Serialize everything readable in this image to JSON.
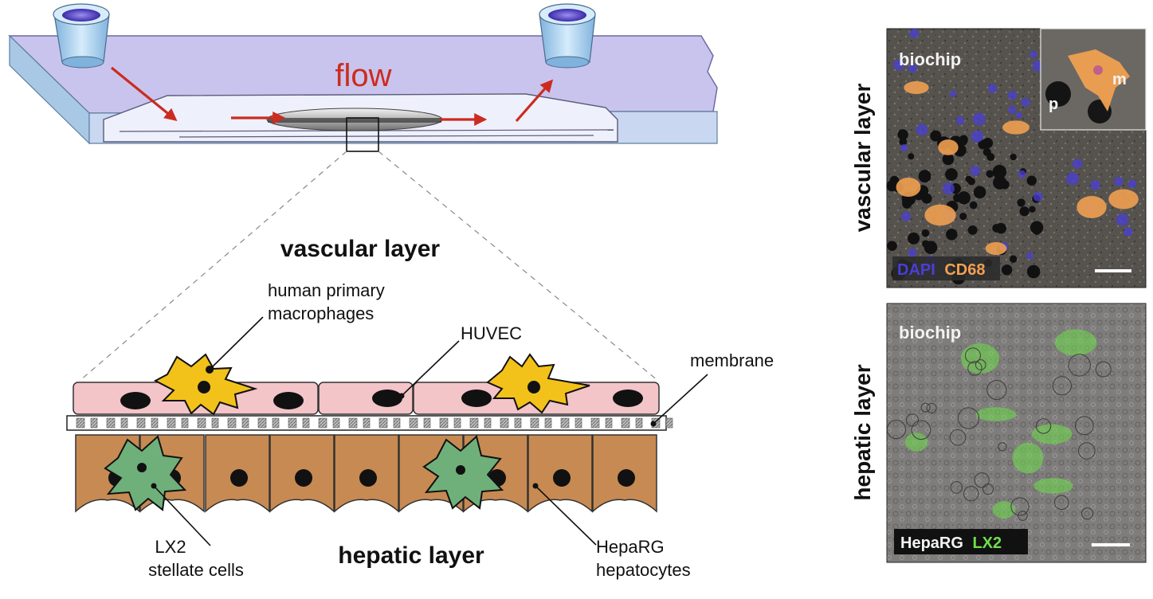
{
  "device": {
    "flow_label": "flow"
  },
  "schematic": {
    "top_layer_title": "vascular layer",
    "bottom_layer_title": "hepatic layer",
    "labels": {
      "macrophages_line1": "human primary",
      "macrophages_line2": "macrophages",
      "huvec": "HUVEC",
      "membrane": "membrane",
      "lx2_line1": "LX2",
      "lx2_line2": "stellate cells",
      "heparg_line1": "HepaRG",
      "heparg_line2": "hepatocytes"
    }
  },
  "micrographs": {
    "vascular": {
      "side_label": "vascular layer",
      "corner_label": "biochip",
      "stain_1": "DAPI",
      "stain_2": "CD68",
      "inset_label_m": "m",
      "inset_label_p": "p"
    },
    "hepatic": {
      "side_label": "hepatic layer",
      "corner_label": "biochip",
      "stain_1": "HepaRG",
      "stain_2": "LX2"
    }
  },
  "colors": {
    "chip_body": "#c9c4ee",
    "chip_edge": "#a8c8e6",
    "flow_arrow": "#cc2b1f",
    "endothelial_cell": "#f3c4c8",
    "macrophage": "#f2c21a",
    "hepatocyte": "#c78a52",
    "stellate_cell": "#6fb07a",
    "dapi_stain": "#4a3fd6",
    "cd68_stain": "#f0a050",
    "lx2_stain": "#6ee04a"
  }
}
